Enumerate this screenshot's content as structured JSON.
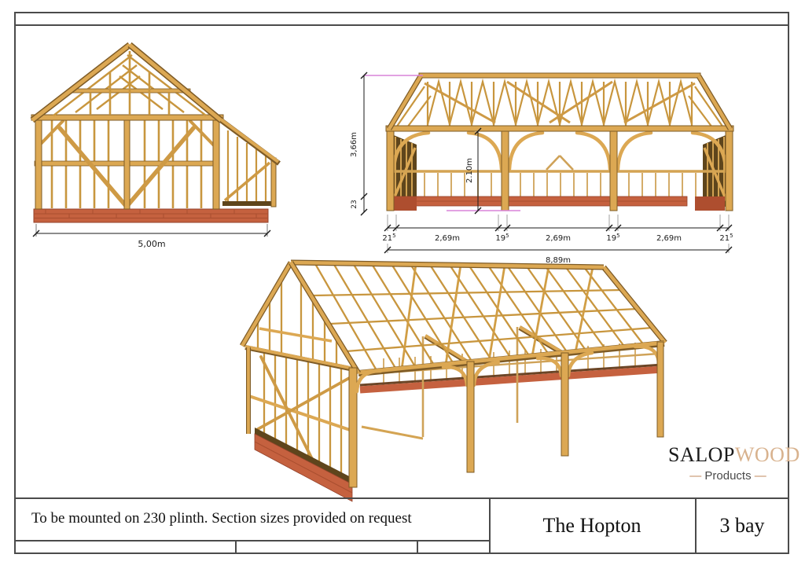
{
  "title_block": {
    "note": "To be mounted on 230 plinth. Section sizes provided on request",
    "model_name": "The Hopton",
    "bay_count": "3 bay"
  },
  "logo": {
    "brand_primary": "SALOP",
    "brand_secondary": "WOOD",
    "tagline": "Products",
    "dash": "—"
  },
  "dims": {
    "gable_width": "5,00m",
    "overall_height": "3,66m",
    "plinth_height": "23",
    "eaves_height": "2.10m",
    "overall_width": "8,89m",
    "bay": [
      {
        "v": "21",
        "s": "5"
      },
      {
        "v": "2,69m",
        "s": ""
      },
      {
        "v": "19",
        "s": "5"
      },
      {
        "v": "2,69m",
        "s": ""
      },
      {
        "v": "19",
        "s": "5"
      },
      {
        "v": "2,69m",
        "s": ""
      },
      {
        "v": "21",
        "s": "5"
      }
    ]
  },
  "colors": {
    "timber": "#DCA853",
    "timber_light": "#E9BD6F",
    "timber_dark": "#7E5B26",
    "stud": "#C8963E",
    "brick": "#C5613F",
    "brick_dark": "#A94E2F",
    "sole_plate": "#5E451C",
    "dimension_accent": "#D883D8",
    "frame_line": "#4B4B4B"
  }
}
